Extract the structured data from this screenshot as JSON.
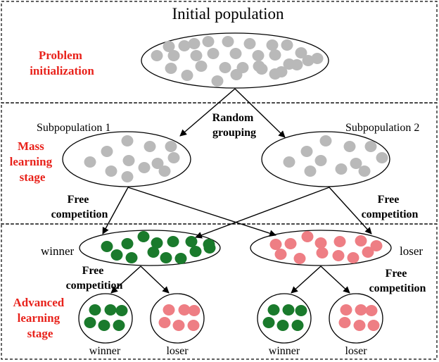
{
  "title": "Initial population",
  "stages": {
    "problem_init": [
      "Problem",
      "initialization"
    ],
    "mass_learning": [
      "Mass",
      "learning",
      "stage"
    ],
    "advanced_learning": [
      "Advanced",
      "learning",
      "stage"
    ]
  },
  "labels": {
    "random_grouping": [
      "Random",
      "grouping"
    ],
    "subpopulation_1": "Subpopulation 1",
    "subpopulation_2": "Subpopulation 2",
    "free_competition": [
      "Free",
      "competition"
    ],
    "winner": "winner",
    "loser": "loser"
  },
  "colors": {
    "gray_dot": "#b9b9b9",
    "winner_dot": "#1a7a2c",
    "loser_dot": "#ee7e84",
    "stage_text": "#e8221b"
  }
}
